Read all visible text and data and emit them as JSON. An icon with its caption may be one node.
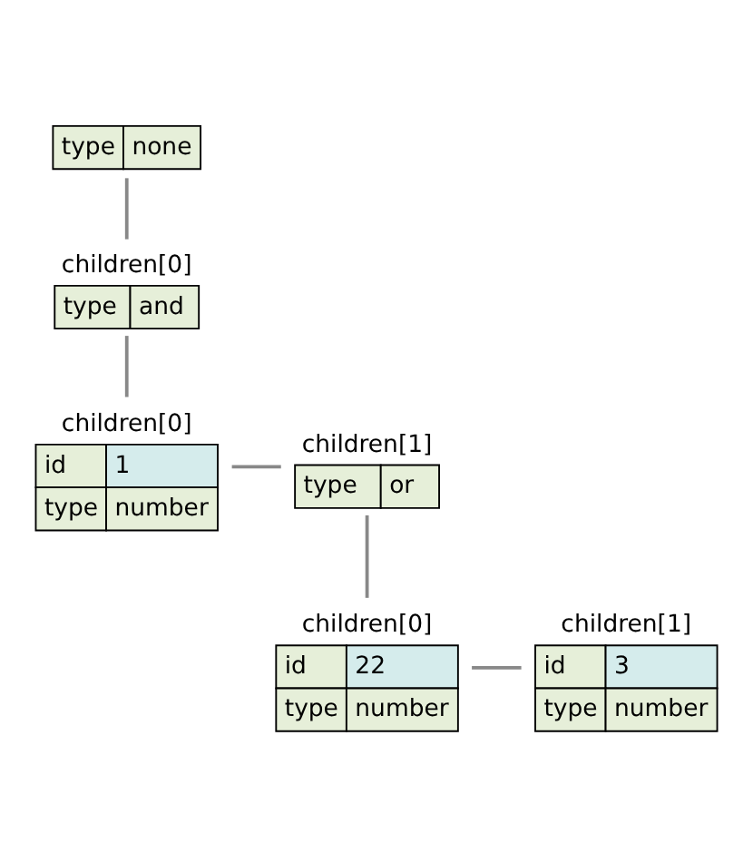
{
  "diagram": {
    "nodes": [
      {
        "text": [
          "type",
          "none"
        ]
      },
      {
        "text": [
          "children[0]",
          "type",
          "and"
        ]
      },
      {
        "text": [
          "children[0]",
          "id",
          "1",
          "type",
          "number"
        ]
      },
      {
        "text": [
          "children[1]",
          "type",
          "or"
        ]
      },
      {
        "text": [
          "children[0]",
          "id",
          "22",
          "type",
          "number"
        ]
      },
      {
        "text": [
          "children[1]",
          "id",
          "3",
          "type",
          "number"
        ]
      }
    ],
    "edges": [
      {
        "from": 0,
        "to": 1,
        "arrow": "none"
      },
      {
        "from": 1,
        "to": 2,
        "arrow": "none"
      },
      {
        "from": 2,
        "to": 3,
        "arrow": "none"
      },
      {
        "from": 3,
        "to": 4,
        "arrow": "none"
      },
      {
        "from": 4,
        "to": 5,
        "arrow": "none"
      }
    ]
  }
}
